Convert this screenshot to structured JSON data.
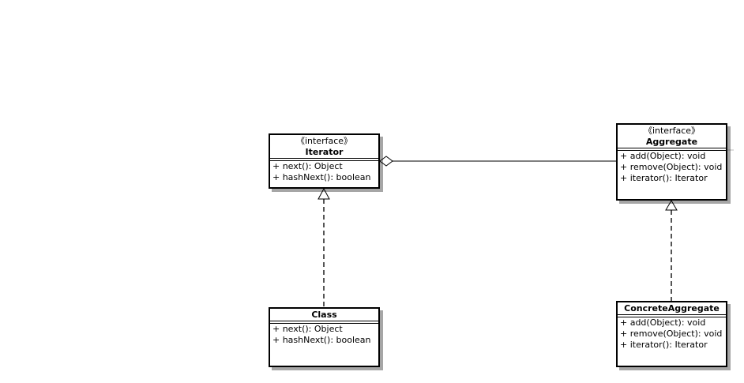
{
  "classes": {
    "iterator": {
      "stereotype": "《interface》",
      "name": "Iterator",
      "methods": [
        "+ next(): Object",
        "+ hashNext(): boolean"
      ]
    },
    "aggregate": {
      "stereotype": "《interface》",
      "name": "Aggregate",
      "methods": [
        "+ add(Object): void",
        "+ remove(Object): void",
        "+ iterator(): Iterator"
      ]
    },
    "class": {
      "name": "Class",
      "methods": [
        "+ next(): Object",
        "+ hashNext(): boolean"
      ]
    },
    "concrete_aggregate": {
      "name": "ConcreteAggregate",
      "methods": [
        "+ add(Object): void",
        "+ remove(Object): void",
        "+ iterator(): Iterator"
      ]
    }
  },
  "relationships": [
    {
      "type": "aggregation",
      "from": "aggregate",
      "to": "iterator"
    },
    {
      "type": "realization",
      "from": "class",
      "to": "iterator"
    },
    {
      "type": "realization",
      "from": "concrete_aggregate",
      "to": "aggregate"
    }
  ],
  "colors": {
    "line": "#555555",
    "border": "#000000",
    "background": "#ffffff"
  }
}
